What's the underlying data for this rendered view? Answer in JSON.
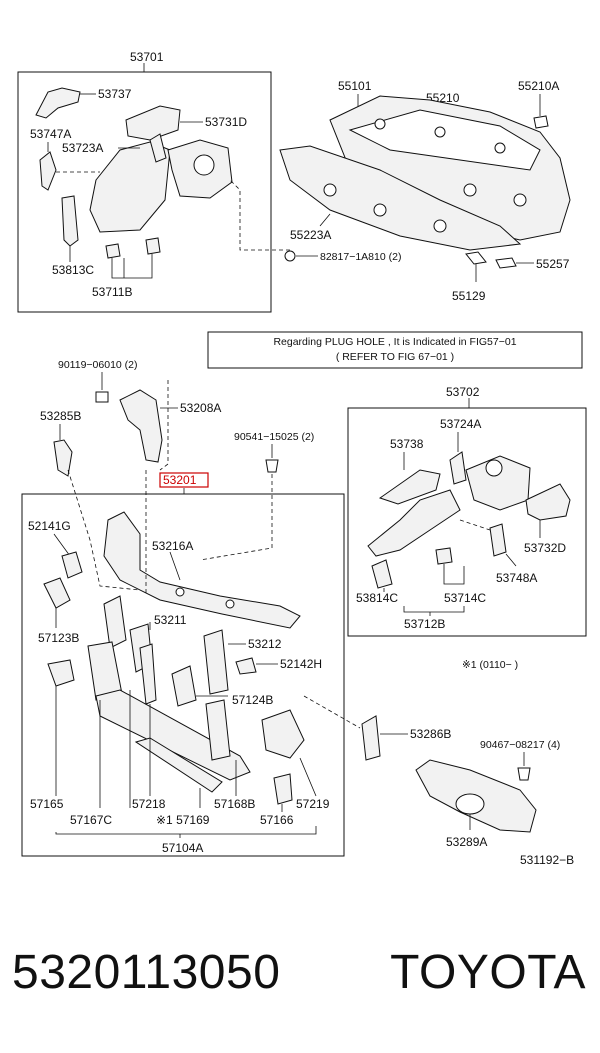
{
  "diagram": {
    "labels": {
      "l53701": "53701",
      "l53737": "53737",
      "l53731D": "53731D",
      "l53747A": "53747A",
      "l53723A": "53723A",
      "l53813C": "53813C",
      "l53711B": "53711B",
      "l55101": "55101",
      "l55210": "55210",
      "l55210A": "55210A",
      "l55223A": "55223A",
      "l82817": "82817−1A810 (2)",
      "l55257": "55257",
      "l55129": "55129",
      "l90119": "90119−06010 (2)",
      "l53285B": "53285B",
      "l53208A": "53208A",
      "l90541": "90541−15025 (2)",
      "l53201": "53201",
      "l52141G": "52141G",
      "l53216A": "53216A",
      "l57123B": "57123B",
      "l53211": "53211",
      "l53212": "53212",
      "l52142H": "52142H",
      "l57124B": "57124B",
      "l57165": "57165",
      "l57167C": "57167C",
      "l57218": "57218",
      "l57169": "※1 57169",
      "l57168B": "57168B",
      "l57219": "57219",
      "l57166": "57166",
      "l57104A": "57104A",
      "l53702": "53702",
      "l53724A": "53724A",
      "l53738": "53738",
      "l53732D": "53732D",
      "l53748A": "53748A",
      "l53814C": "53814C",
      "l53714C": "53714C",
      "l53712B": "53712B",
      "l_note1": "※1 (0110−        )",
      "l53286B": "53286B",
      "l90467": "90467−08217 (4)",
      "l53289A": "53289A",
      "l531192": "531192−B"
    },
    "note": {
      "line1": "Regarding  PLUG HOLE , It is Indicated  in  FIG57−01",
      "line2": "( REFER  TO  FIG  67−01 )"
    }
  },
  "footer": {
    "part_number": "5320113050",
    "brand": "TOYOTA"
  }
}
